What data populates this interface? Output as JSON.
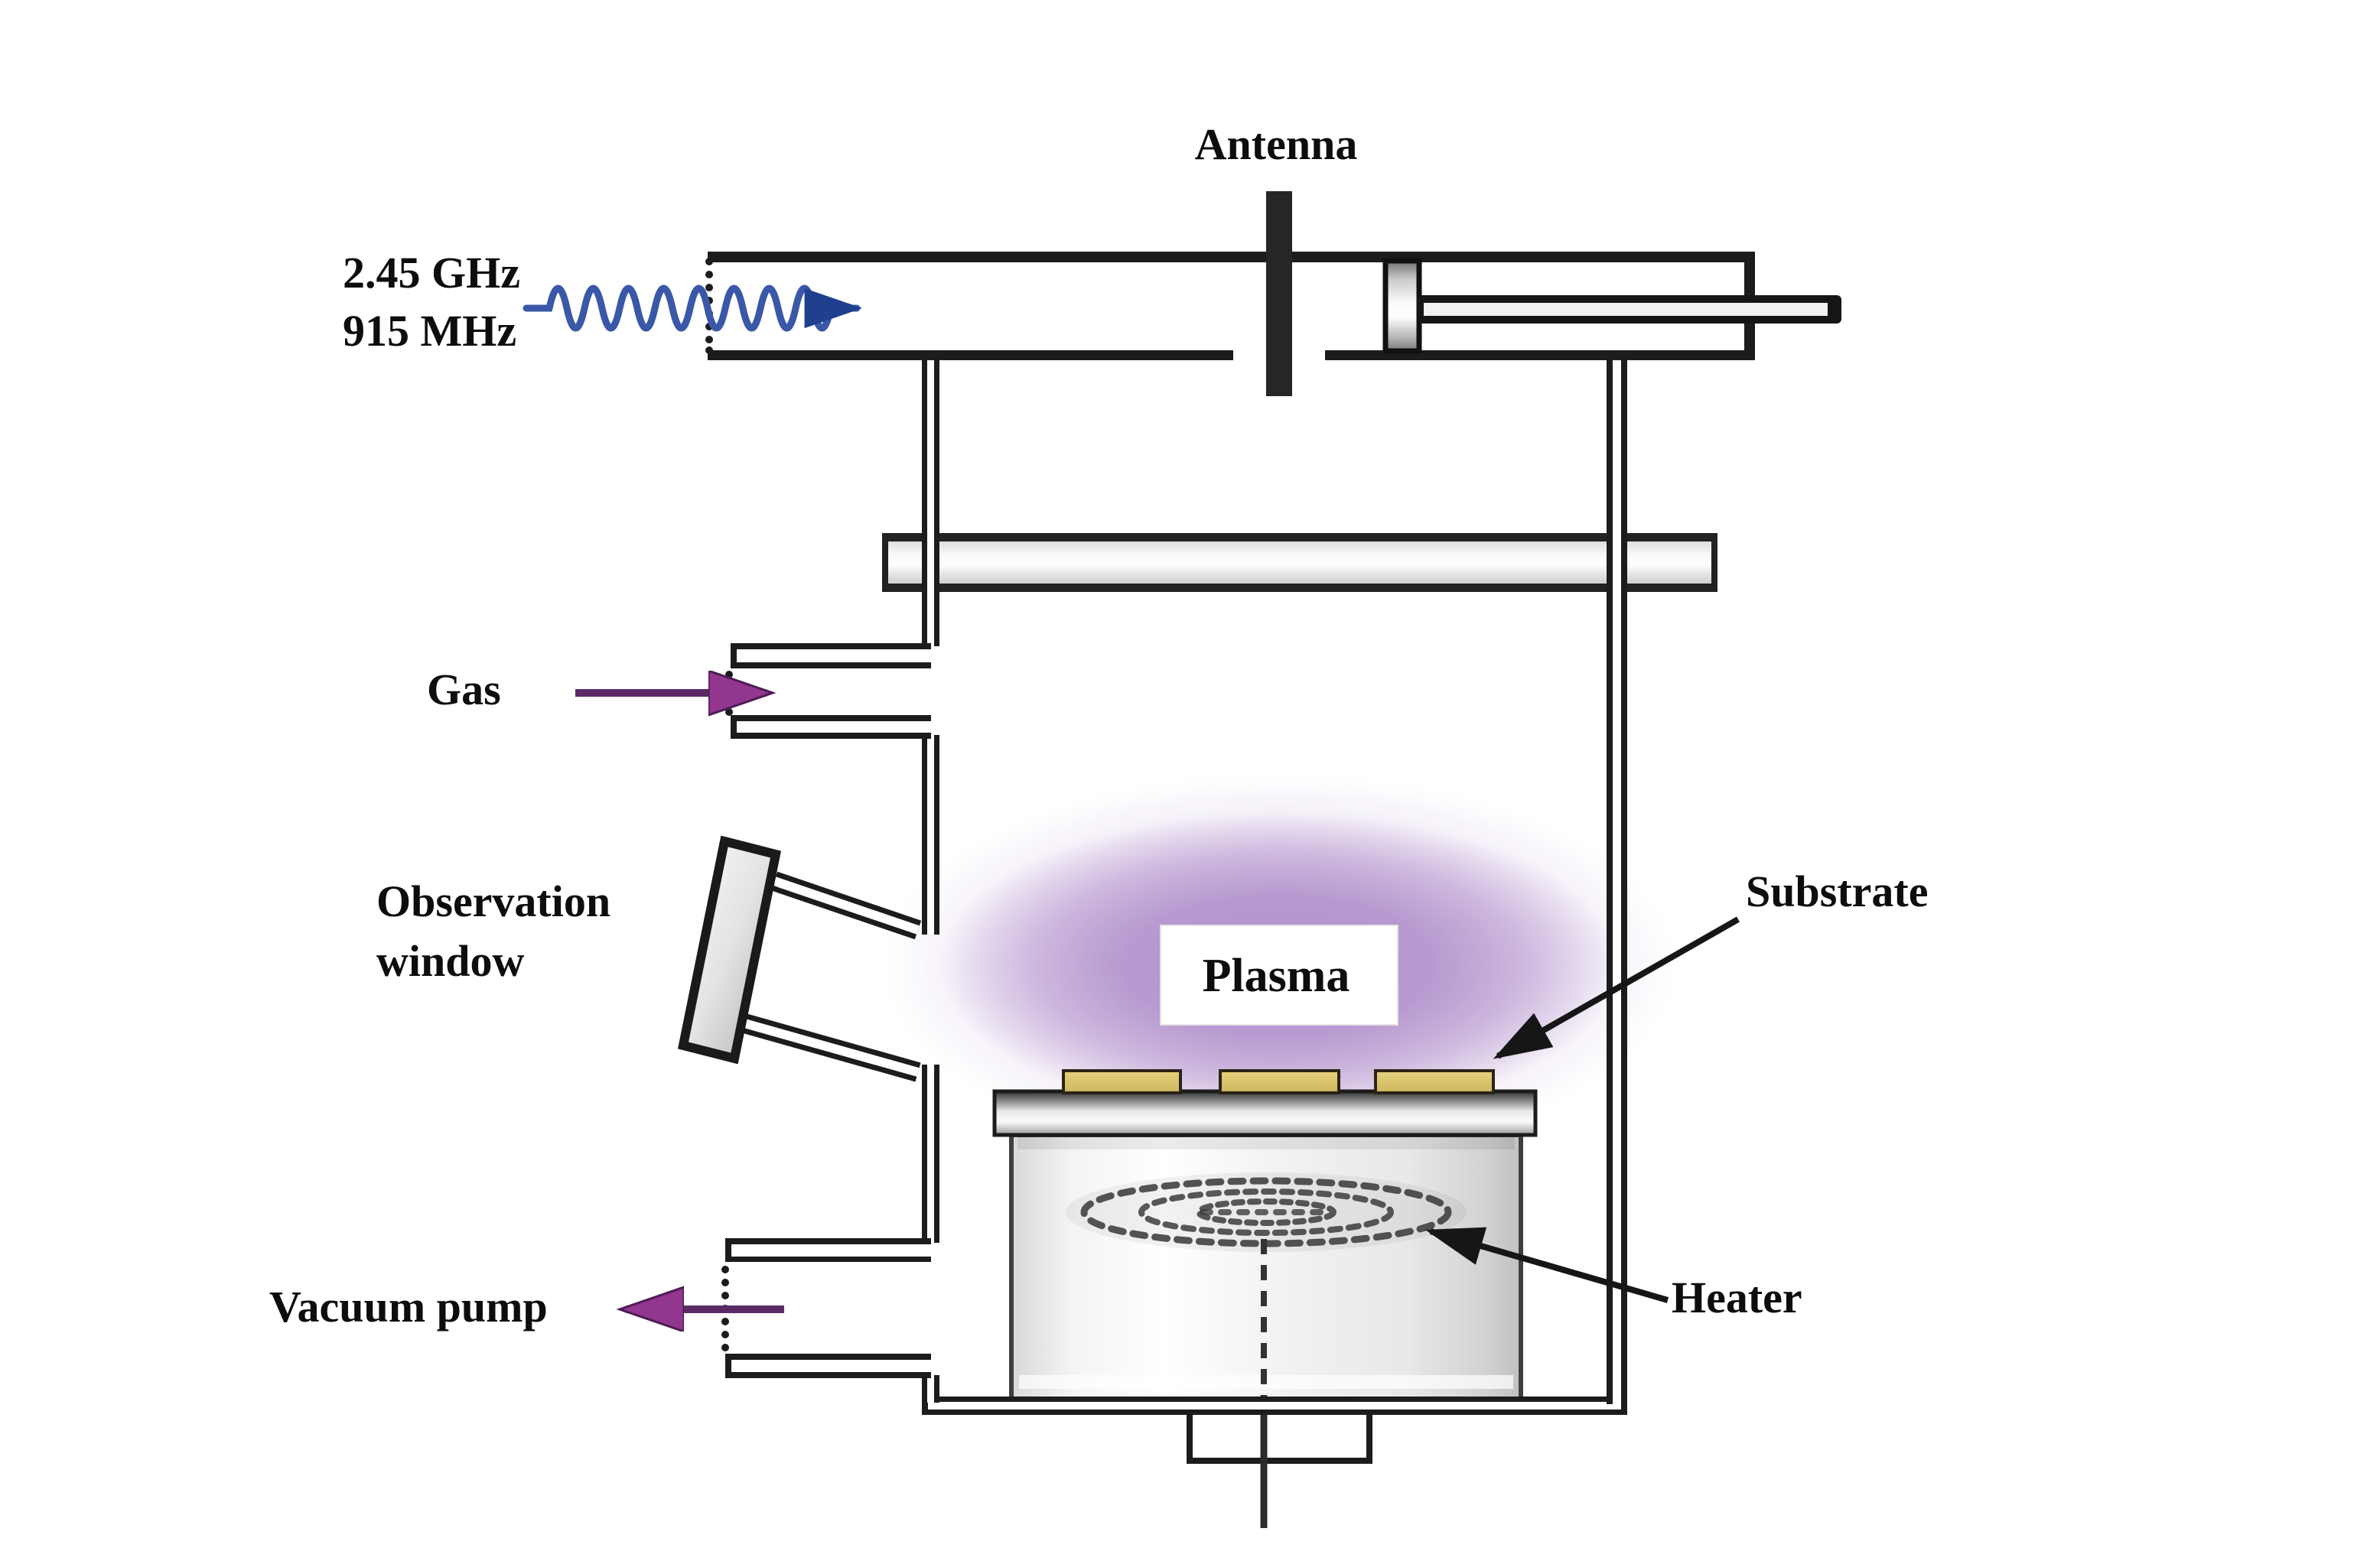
{
  "diagram": {
    "type": "microwave-plasma-cvd-reactor-schematic",
    "labels": {
      "antenna": "Antenna",
      "frequency_line1": "2.45 GHz",
      "frequency_line2": "915 MHz",
      "gas": "Gas",
      "observation_line1": "Observation",
      "observation_line2": "window",
      "vacuum_pump": "Vacuum pump",
      "plasma": "Plasma",
      "substrate": "Substrate",
      "heater": "Heater"
    },
    "colors": {
      "line_black": "#1c1c1c",
      "microwave_wave_blue": "#3a58a8",
      "microwave_arrowhead_navy": "#1f3f8f",
      "gas_vacuum_arrow_shaft_purple": "#5b2a66",
      "gas_vacuum_arrowhead_magenta": "#93368f",
      "plasma_glow_purple": "#b292cc",
      "substrate_tan": "#dcc772",
      "metal_light_gray": "#e9e9e9"
    }
  }
}
